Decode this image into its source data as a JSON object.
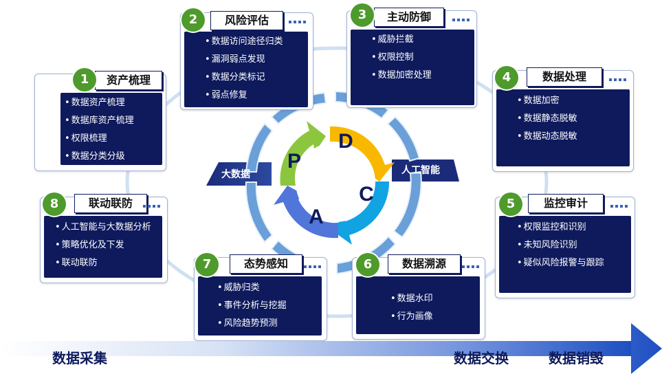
{
  "cycle_letters": {
    "p": "P",
    "d": "D",
    "c": "C",
    "a": "A"
  },
  "side_labels": {
    "left": "大数据",
    "right": "人工智能"
  },
  "bottom_labels": {
    "collect": "数据采集",
    "exchange": "数据交换",
    "destroy": "数据销毁"
  },
  "steps": [
    {
      "num": "1",
      "title": "资产梳理",
      "items": [
        "数据资产梳理",
        "数据库资产梳理",
        "权限梳理",
        "数据分类分级"
      ]
    },
    {
      "num": "2",
      "title": "风险评估",
      "items": [
        "数据访问途径归类",
        "漏洞弱点发现",
        "数据分类标记",
        "弱点修复"
      ]
    },
    {
      "num": "3",
      "title": "主动防御",
      "items": [
        "威胁拦截",
        "权限控制",
        "数据加密处理"
      ]
    },
    {
      "num": "4",
      "title": "数据处理",
      "items": [
        "数据加密",
        "数据静态脱敏",
        "数据动态脱敏"
      ]
    },
    {
      "num": "5",
      "title": "监控审计",
      "items": [
        "权限监控和识别",
        "未知风险识别",
        "疑似风险报警与跟踪"
      ]
    },
    {
      "num": "6",
      "title": "数据溯源",
      "items": [
        "数据水印",
        "行为画像"
      ]
    },
    {
      "num": "7",
      "title": "态势感知",
      "items": [
        "威胁归类",
        "事件分析与挖掘",
        "风险趋势预测"
      ]
    },
    {
      "num": "8",
      "title": "联动联防",
      "items": [
        "人工智能与大数据分析",
        "策略优化及下发",
        "联动联防"
      ]
    }
  ],
  "colors": {
    "navy": "#0e1a5c",
    "green_badge": "#4e9a2c",
    "p": "#8cc63f",
    "d": "#f9b800",
    "c": "#12a3e3",
    "a": "#4f76d8",
    "ring": "#6a9fd8"
  }
}
